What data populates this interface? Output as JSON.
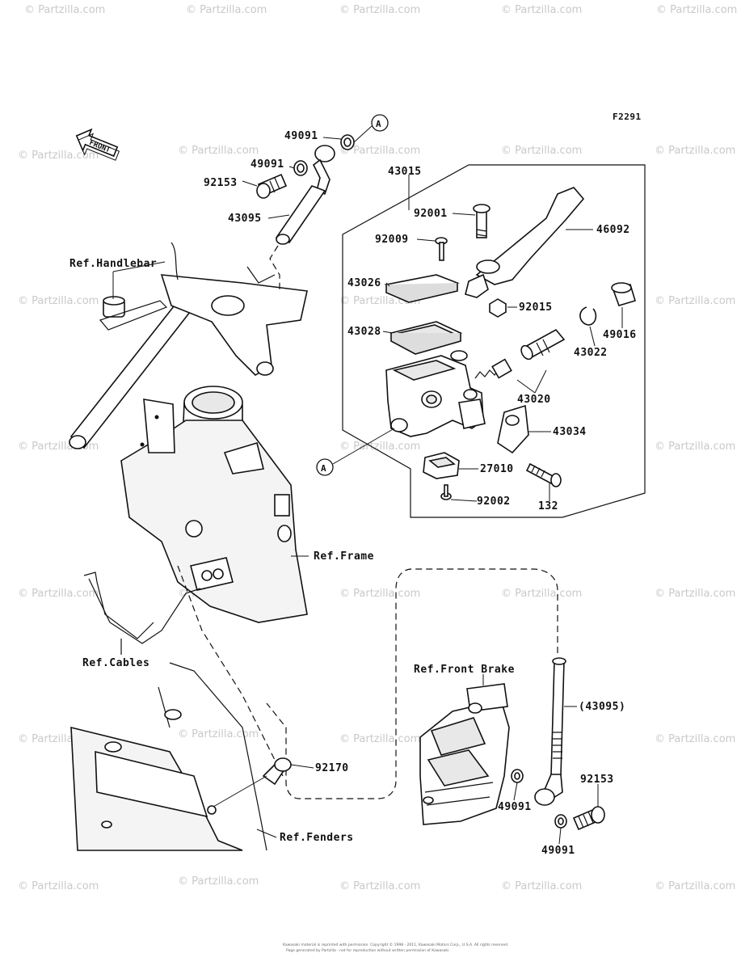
{
  "diagram_code": "F2291",
  "front_label": "FRONT",
  "callout_letter": "A",
  "parts": {
    "p49091_top_a": "49091",
    "p49091_top_b": "49091",
    "p92153_top": "92153",
    "p43095": "43095",
    "p43015": "43015",
    "p92001": "92001",
    "p46092": "46092",
    "p92009": "92009",
    "p43026": "43026",
    "p92015": "92015",
    "p49016": "49016",
    "p43022": "43022",
    "p43028": "43028",
    "p43020": "43020",
    "p43034": "43034",
    "p27010": "27010",
    "p92002": "92002",
    "p132": "132",
    "p43095_paren": "(43095)",
    "p92170": "92170",
    "p92153_bottom": "92153",
    "p49091_bottom_a": "49091",
    "p49091_bottom_b": "49091"
  },
  "references": {
    "handlebar": "Ref.Handlebar",
    "frame": "Ref.Frame",
    "cables": "Ref.Cables",
    "front_brake": "Ref.Front Brake",
    "fenders": "Ref.Fenders"
  },
  "watermark": "© Partzilla.com",
  "copyright_line1": "Kawasaki material is reprinted with permission. Copyright © 1998 - 2011, Kawasaki Motors Corp., U.S.A. All rights reserved.",
  "copyright_line2": "Page generated by Partzilla - not for reproduction without written permission of Kawasaki."
}
